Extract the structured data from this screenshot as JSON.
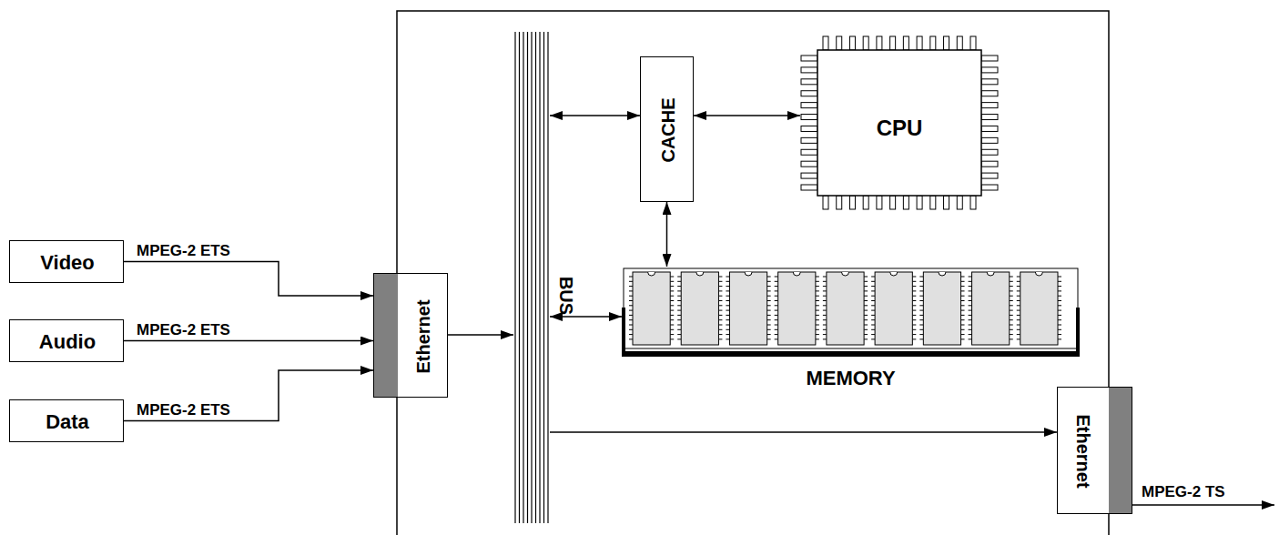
{
  "diagram": {
    "nodes": [
      {
        "text": [
          "Video"
        ]
      },
      {
        "text": [
          "Audio"
        ]
      },
      {
        "text": [
          "Data"
        ]
      },
      {
        "text": [
          "Ethernet"
        ]
      },
      {
        "text": [
          "BUS"
        ]
      },
      {
        "text": [
          "CACHE"
        ]
      },
      {
        "text": [
          "CPU"
        ]
      },
      {
        "text": [
          "MEMORY"
        ]
      },
      {
        "text": [
          "Ethernet"
        ]
      }
    ],
    "edges": [
      {
        "from": 0,
        "to": 3,
        "arrow": "to",
        "label": "MPEG-2 ETS"
      },
      {
        "from": 1,
        "to": 3,
        "arrow": "to",
        "label": "MPEG-2 ETS"
      },
      {
        "from": 2,
        "to": 3,
        "arrow": "to",
        "label": "MPEG-2 ETS"
      },
      {
        "from": 3,
        "to": 4,
        "arrow": "to"
      },
      {
        "from": 4,
        "to": 5,
        "arrow": "both"
      },
      {
        "from": 5,
        "to": 6,
        "arrow": "both"
      },
      {
        "from": 5,
        "to": 7,
        "arrow": "both"
      },
      {
        "from": 4,
        "to": 7,
        "arrow": "both"
      },
      {
        "from": 4,
        "to": 8,
        "arrow": "to"
      }
    ],
    "labels": [
      "MPEG-2 TS"
    ]
  }
}
